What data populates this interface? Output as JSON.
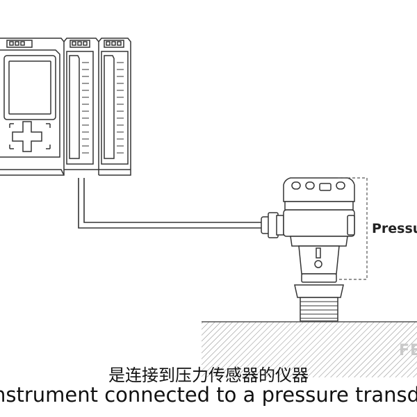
{
  "labels": {
    "pressure": "Pressu",
    "watermark": "FE"
  },
  "subtitles": {
    "chinese": "是连接到压力传感器的仪器",
    "english": "nstrument connected to a pressure transdu"
  },
  "colors": {
    "line": "#333333",
    "ground_hatch": "#8a8a8a",
    "dashed_bracket": "#555555"
  }
}
